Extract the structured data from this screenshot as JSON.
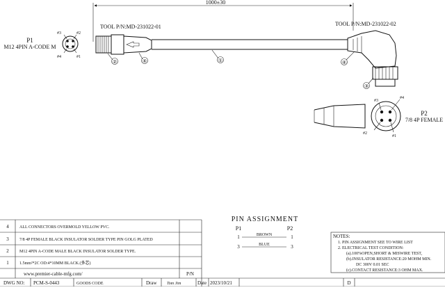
{
  "drawing": {
    "length_dim": "1000±30",
    "tool_left": "TOOL P/N:MD-231022-01",
    "tool_right": "TOOL P/N:MD-231022-02",
    "p1_label": "P1",
    "p1_desc": "M12 4PIN A-CODE M",
    "p2_label": "P2",
    "p2_desc": "7/8 4P FEMALE",
    "p1_pins": [
      "#3",
      "#2",
      "#4",
      "#1"
    ],
    "p2_pins": [
      "#3",
      "#4",
      "#2",
      "#1"
    ],
    "callouts": [
      "②",
      "④",
      "①",
      "④",
      "③"
    ]
  },
  "pin_assignment": {
    "title": "PIN ASSIGNMENT",
    "col_left": "P1",
    "col_right": "P2",
    "rows": [
      {
        "left": "1",
        "wire": "BROWN",
        "right": "1"
      },
      {
        "left": "3",
        "wire": "BLUE",
        "right": "3"
      }
    ]
  },
  "bom": [
    {
      "no": "4",
      "desc": "ALL CONNECTORS OVERMOLD YELLOW PVC."
    },
    {
      "no": "3",
      "desc": "7/8 4P FEMALE BLACK INSULATOR SOLDER TYPE PIN GOLG PLATED"
    },
    {
      "no": "2",
      "desc": "M12 4PIN A-CODE MALE BLACK INSULATOR SOLDER TYPE."
    },
    {
      "no": "1",
      "desc": "1.5mm²*2C OD:4*10MM BLACK.(多芯)"
    }
  ],
  "title_block": {
    "website": "www.premier-cable-mfg.com/",
    "pn_label": "P/N",
    "dwg_label": "DWG NO:",
    "dwg_no": "PCM-S-0443",
    "goods_label": "GOODS CODE",
    "draw_label": "Draw",
    "draw_sign": "Tom Jim",
    "date_label": "Date",
    "date": "2023/10/21",
    "rev": "D"
  },
  "notes": {
    "title": "NOTES:",
    "lines": [
      "1.  PIN ASSIGNMENT SEE TO WIRE LIST",
      "2.  ELECTRICAL TEST CONDITION:",
      "(a).100%OPEN,SHORT & MISWIRE TEST,",
      "(b).INSULATOR RESISTANCE:20 MOHM MIN.",
      "DC 300V 0.01 SEC",
      "(c).CONTACT RESISTANCE:3 OHM MAX."
    ]
  }
}
